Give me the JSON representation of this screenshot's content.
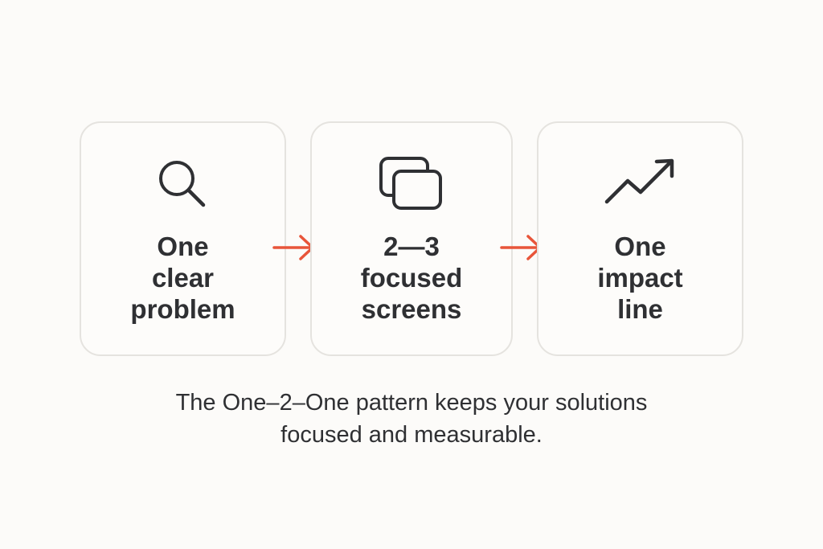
{
  "colors": {
    "background": "#fcfbf9",
    "card_border": "#e5e3df",
    "text": "#2f3033",
    "arrow": "#e8553a"
  },
  "steps": [
    {
      "icon": "search-icon",
      "lines": [
        "One",
        "clear",
        "problem"
      ]
    },
    {
      "icon": "screens-icon",
      "lines": [
        "2—3",
        "focused",
        "screens"
      ]
    },
    {
      "icon": "trend-up-icon",
      "lines": [
        "One",
        "impact",
        "line"
      ]
    }
  ],
  "arrows": [
    {
      "icon": "arrow-right-icon"
    },
    {
      "icon": "arrow-right-icon"
    }
  ],
  "caption": {
    "line1": "The One–2–One pattern keeps your solutions",
    "line2": "focused and measurable."
  }
}
